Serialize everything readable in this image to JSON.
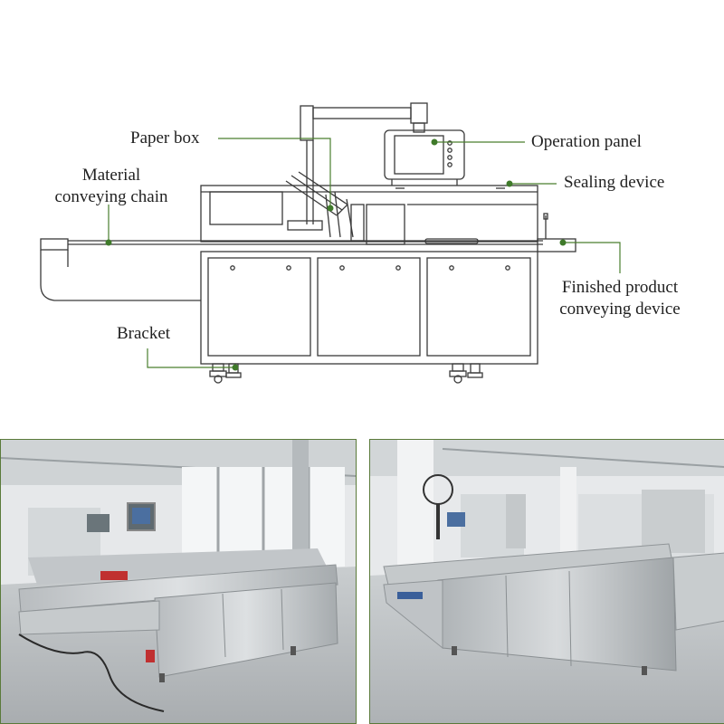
{
  "diagram": {
    "labels": {
      "paper_box": "Paper box",
      "material_conveying_chain_line1": "Material",
      "material_conveying_chain_line2": "conveying chain",
      "operation_panel": "Operation panel",
      "sealing_device": "Sealing device",
      "finished_product_line1": "Finished product",
      "finished_product_line2": "conveying device",
      "bracket": "Bracket"
    },
    "colors": {
      "leader_line": "#4a7f2e",
      "leader_dot": "#3f7a2a",
      "drawing_stroke": "#3a3a3a",
      "photo_border": "#5a7a3a"
    }
  },
  "photos": [
    {
      "name": "factory-photo-left"
    },
    {
      "name": "factory-photo-right"
    }
  ]
}
